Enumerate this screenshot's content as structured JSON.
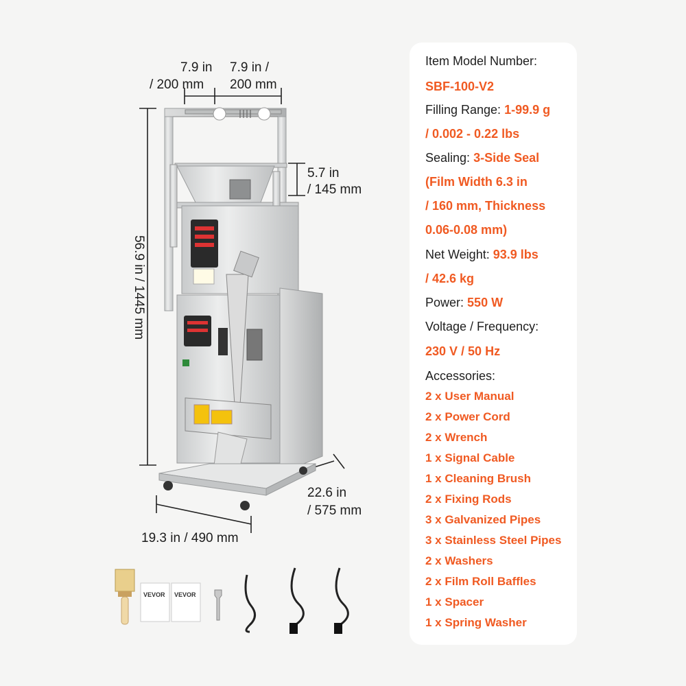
{
  "dimensions": {
    "top_left_width": "7.9 in",
    "top_left_width_mm": "/ 200 mm",
    "top_right_width": "7.9 in /",
    "top_right_width_mm": "200 mm",
    "hopper_height": "5.7 in",
    "hopper_height_mm": "/ 145 mm",
    "total_height": "56.9 in / 1445 mm",
    "depth": "22.6 in",
    "depth_mm": "/ 575 mm",
    "width": "19.3 in / 490 mm"
  },
  "specs": {
    "model_label": "Item Model Number:",
    "model_value": "SBF-100-V2",
    "filling_label": "Filling Range:",
    "filling_value_1": "1-99.9 g",
    "filling_value_2": "/ 0.002 - 0.22 lbs",
    "sealing_label": "Sealing:",
    "sealing_value_1": "3-Side Seal",
    "sealing_value_2": "(Film Width 6.3 in",
    "sealing_value_3": "/ 160 mm, Thickness",
    "sealing_value_4": "0.06-0.08 mm)",
    "weight_label": "Net Weight:",
    "weight_value_1": "93.9 lbs",
    "weight_value_2": "/ 42.6 kg",
    "power_label": "Power:",
    "power_value": "550 W",
    "voltage_label": "Voltage / Frequency:",
    "voltage_value": "230 V / 50 Hz",
    "accessories_label": "Accessories:",
    "accessories": [
      "2 x User Manual",
      "2 x Power Cord",
      "2 x Wrench",
      "1 x Signal Cable",
      "1 x Cleaning Brush",
      "2 x Fixing Rods",
      "3 x Galvanized Pipes",
      "3 x Stainless Steel Pipes",
      "2 x Washers",
      "2 x Film Roll Baffles",
      "1 x Spacer",
      "1 x Spring Washer"
    ]
  },
  "manual_brand": "VEVOR",
  "colors": {
    "accent": "#f05a22",
    "text": "#1e1e1e",
    "background": "#f5f5f4",
    "card": "#ffffff"
  }
}
